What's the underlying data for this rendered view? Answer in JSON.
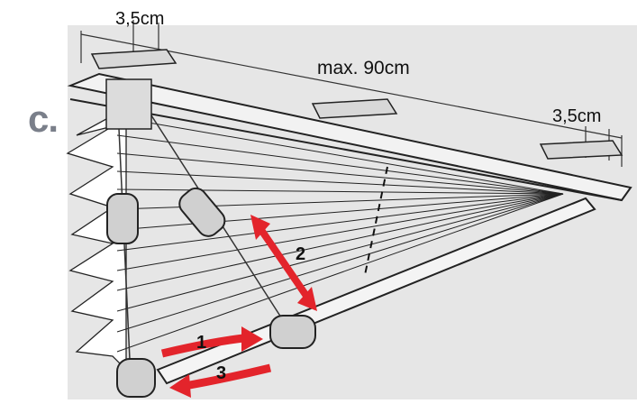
{
  "labels": {
    "step_letter": "c.",
    "width_left": "3,5cm",
    "width_max": "max. 90cm",
    "width_right": "3,5cm"
  },
  "steps": {
    "step_1": "1",
    "step_2": "2",
    "step_3": "3"
  },
  "colors": {
    "arrow": "#e3242b",
    "background_panel": "#e6e6e6",
    "line_art": "#222222"
  },
  "icons": [
    "mounting-bracket-icon",
    "handle-icon",
    "double-arrow-icon",
    "curved-arrow-icon"
  ]
}
